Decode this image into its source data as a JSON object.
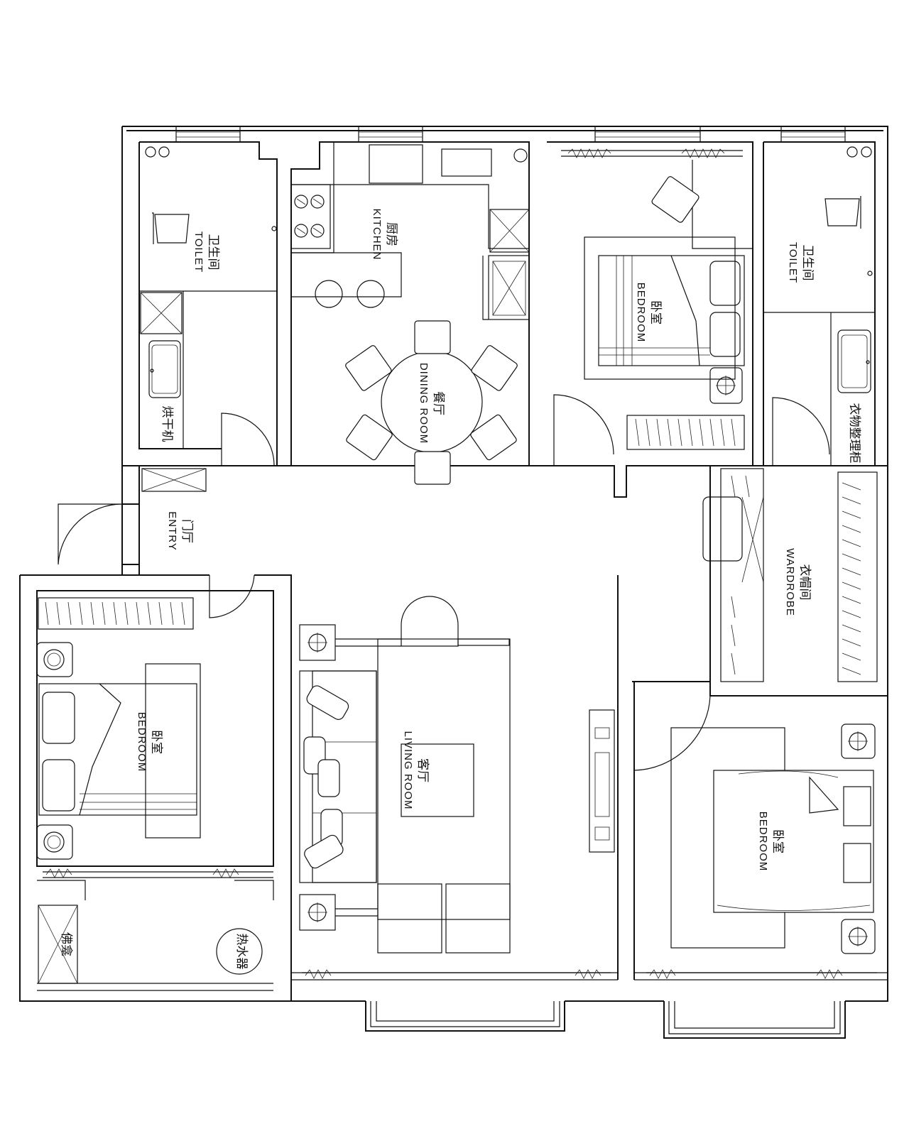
{
  "rooms": {
    "toilet_left": {
      "cn": "卫生间",
      "en": "TOILET"
    },
    "kitchen": {
      "cn": "厨房",
      "en": "KITCHEN"
    },
    "dining": {
      "cn": "餐厅",
      "en": "DINING ROOM"
    },
    "bedroom_top": {
      "cn": "卧室",
      "en": "BEDROOM"
    },
    "toilet_right": {
      "cn": "卫生间",
      "en": "TOILET"
    },
    "entry": {
      "cn": "门厅",
      "en": "ENTRY"
    },
    "wardrobe": {
      "cn": "衣帽间",
      "en": "WARDROBE"
    },
    "bedroom_left": {
      "cn": "卧室",
      "en": "BEDROOM"
    },
    "living": {
      "cn": "客厅",
      "en": "LIVING ROOM"
    },
    "bedroom_right": {
      "cn": "卧室",
      "en": "BEDROOM"
    }
  },
  "fixtures": {
    "dryer": "烘干机",
    "laundry": "衣物整理柜",
    "shrine": "佛龛",
    "water_heater": "热水器"
  }
}
